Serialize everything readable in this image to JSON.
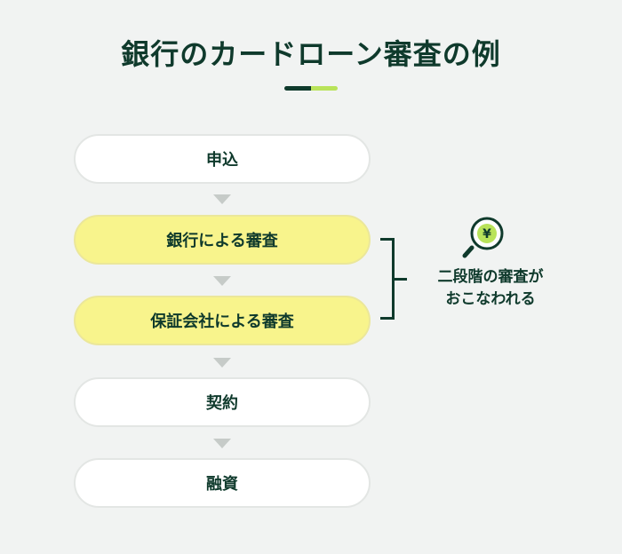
{
  "title": "銀行のカードローン審査の例",
  "steps": [
    {
      "label": "申込"
    },
    {
      "label": "銀行による審査"
    },
    {
      "label": "保証会社による審査"
    },
    {
      "label": "契約"
    },
    {
      "label": "融資"
    }
  ],
  "note": {
    "line1": "二段階の審査が",
    "line2": "おこなわれる"
  },
  "icon": {
    "name": "magnifier-yen-icon",
    "symbol": "¥"
  },
  "colors": {
    "dark_green": "#0f3a2c",
    "lime": "#b9e35a",
    "highlight_yellow": "#f8f48c",
    "background": "#f1f3f2"
  }
}
